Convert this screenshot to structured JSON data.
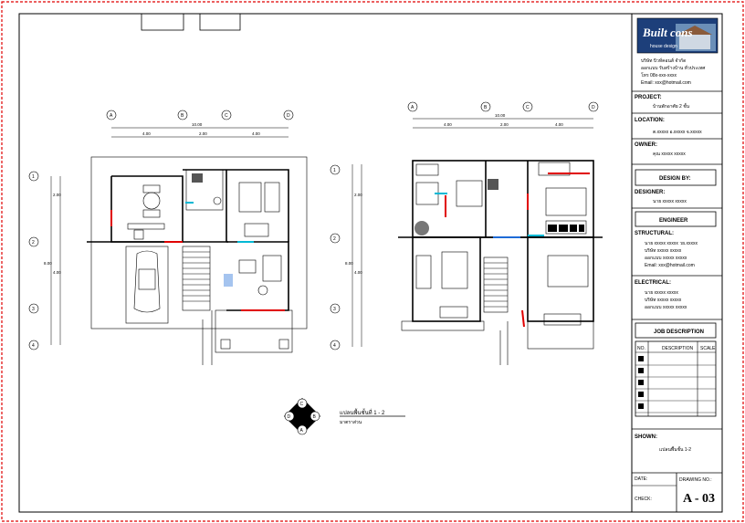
{
  "titleblock": {
    "logo": "Built cons",
    "logo_sub": "house design",
    "company_lines": [
      "บริษัท บิวท์คอนส์ จำกัด",
      "ออกแบบ รับสร้างบ้าน ทั่วประเทศ",
      "โทร 08x-xxx-xxxx",
      "Email: xxx@hotmail.com"
    ],
    "project_label": "PROJECT:",
    "project_value": "บ้านพักอาศัย 2 ชั้น",
    "location_label": "LOCATION:",
    "location_value": "ต.xxxxx อ.xxxxx จ.xxxxx",
    "owner_label": "OWNER:",
    "owner_value": "คุณ xxxxx xxxxx",
    "design_by_label": "DESIGN BY:",
    "designer_label": "DESIGNER:",
    "designer_value": "นาย xxxxx xxxxx",
    "engineer_label": "ENGINEER",
    "structural_label": "STRUCTURAL:",
    "structural_lines": [
      "นาย xxxxx xxxxx วย.xxxxx",
      "บริษัท xxxxx xxxxx",
      "ออกแบบ xxxxx xxxxx",
      "Email: xxx@hotmail.com"
    ],
    "electrical_label": "ELECTRICAL:",
    "electrical_lines": [
      "นาย xxxxx xxxxx",
      "บริษัท xxxxx xxxxx",
      "ออกแบบ xxxxx xxxxx"
    ],
    "job_description_label": "JOB DESCRIPTION",
    "job_cols": [
      "NO.",
      "DESCRIPTION",
      "SCALE"
    ],
    "shown_label": "SHOWN:",
    "shown_value": "แปลนพื้นชั้น 1-2",
    "date_label": "DATE:",
    "drawing_no_label": "DRAWING NO.:",
    "sheet_no": "A - 03",
    "check_label": "CHECK:"
  },
  "drawing": {
    "caption_title": "แปลนพื้นชั้นที่ 1 - 2",
    "caption_scale": "มาตราส่วน",
    "compass": [
      "C",
      "D",
      "B",
      "A"
    ],
    "dims_top": [
      "4.00",
      "2.00",
      "4.00",
      "10.00"
    ],
    "dims_side": [
      "2.00",
      "4.00",
      "4.00",
      "2.00",
      "8.00"
    ],
    "grid_top": [
      "A",
      "B",
      "C",
      "D"
    ],
    "grid_side": [
      "1",
      "2",
      "3",
      "4"
    ]
  },
  "colors": {
    "border_red": "#e00000",
    "wall": "#000000",
    "accent_red": "#e00000",
    "accent_blue": "#1e6bd6",
    "accent_cyan": "#00b8d4"
  }
}
